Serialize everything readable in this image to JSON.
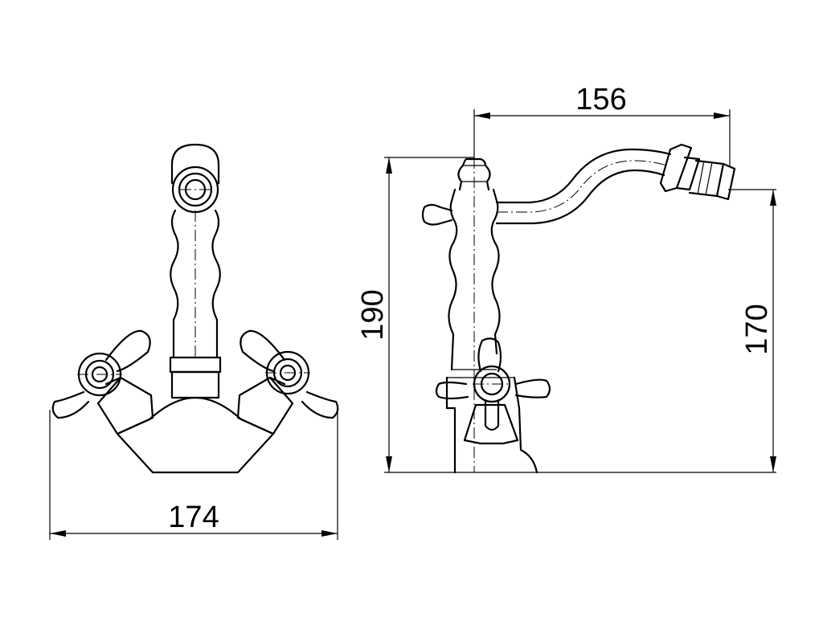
{
  "diagram": {
    "dimensions": {
      "width_front": "174",
      "height_total": "190",
      "spout_reach": "156",
      "spout_height": "170"
    }
  }
}
